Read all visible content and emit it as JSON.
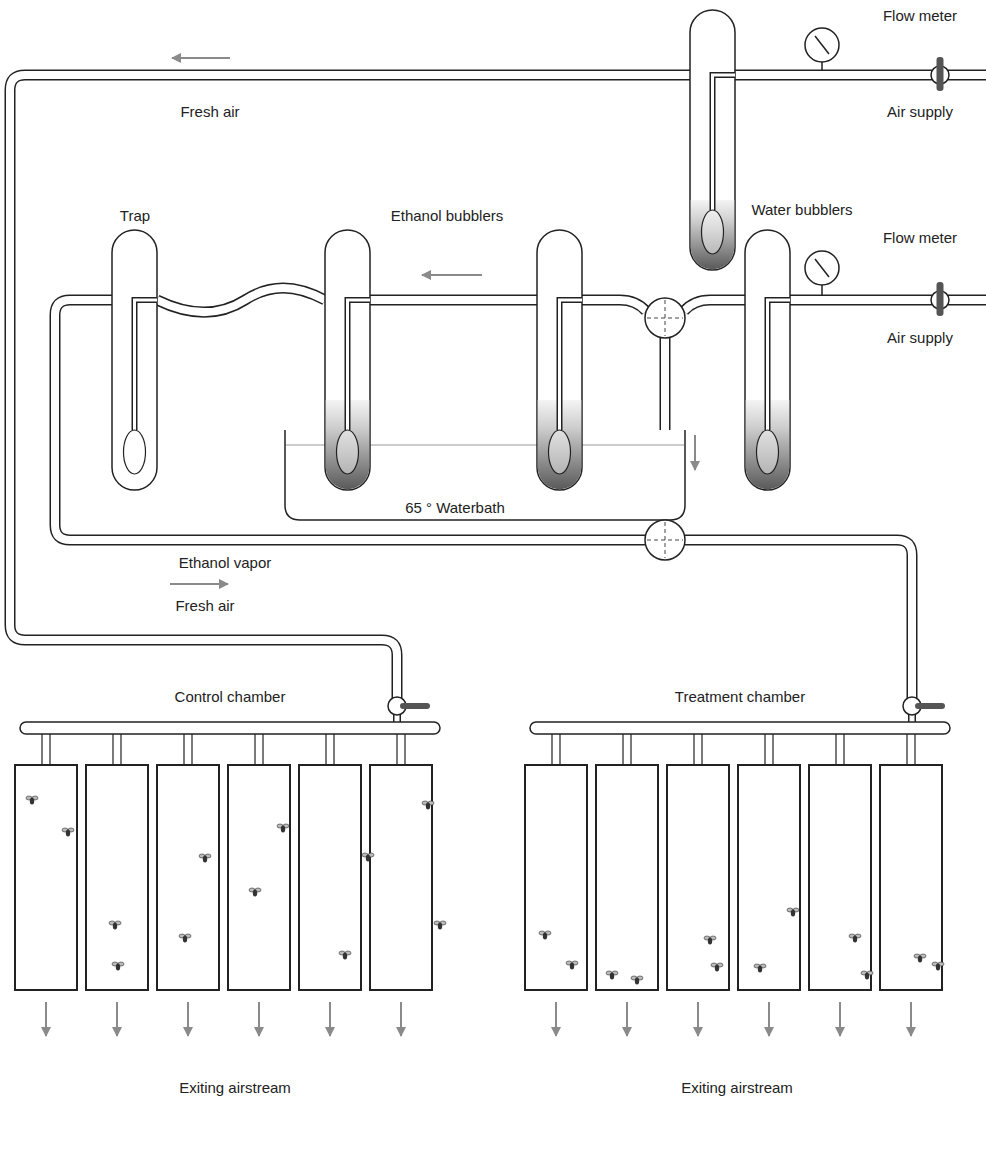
{
  "diagram": {
    "nodes": [
      {
        "text": [
          "65 ° Waterbath"
        ]
      },
      {
        "text": [
          "Control chamber"
        ]
      },
      {
        "text": [
          "Treatment chamber"
        ]
      }
    ],
    "labels": [
      "Flow meter",
      "Air supply",
      "Fresh air",
      "Water bubblers",
      "Trap",
      "Ethanol bubblers",
      "Flow meter",
      "Air supply",
      "Ethanol vapor",
      "Fresh air",
      "Exiting airstream",
      "Exiting airstream"
    ]
  }
}
